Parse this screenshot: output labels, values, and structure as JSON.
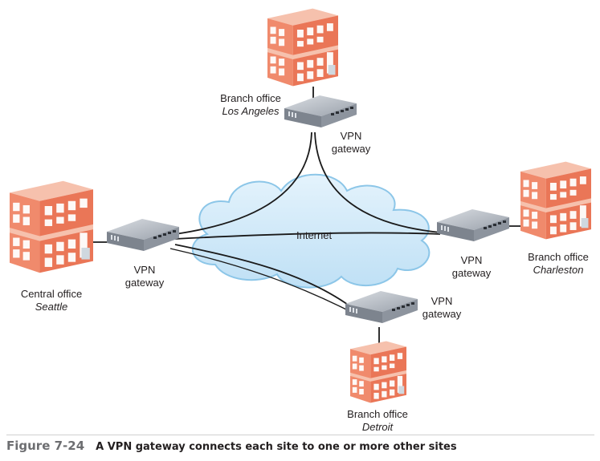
{
  "sites": {
    "los_angeles": {
      "name": "Branch office",
      "city": "Los Angeles"
    },
    "seattle": {
      "name": "Central office",
      "city": "Seattle"
    },
    "charleston": {
      "name": "Branch office",
      "city": "Charleston"
    },
    "detroit": {
      "name": "Branch office",
      "city": "Detroit"
    }
  },
  "gateway": {
    "line1": "VPN",
    "line2": "gateway"
  },
  "internet_label": "Internet",
  "caption": {
    "figure": "Figure 7-24",
    "text": "A VPN gateway connects each site to one or more other sites"
  },
  "colors": {
    "building_front": "#f08a6c",
    "building_side": "#e26a4c",
    "building_roof": "#f6c1ad",
    "window": "#ffffff",
    "cloud_fill": "#cfe8f7",
    "cloud_stroke": "#8cc6e8",
    "router_body": "#b7bcc4",
    "router_front": "#7d848e",
    "line": "#1a1a1a"
  }
}
